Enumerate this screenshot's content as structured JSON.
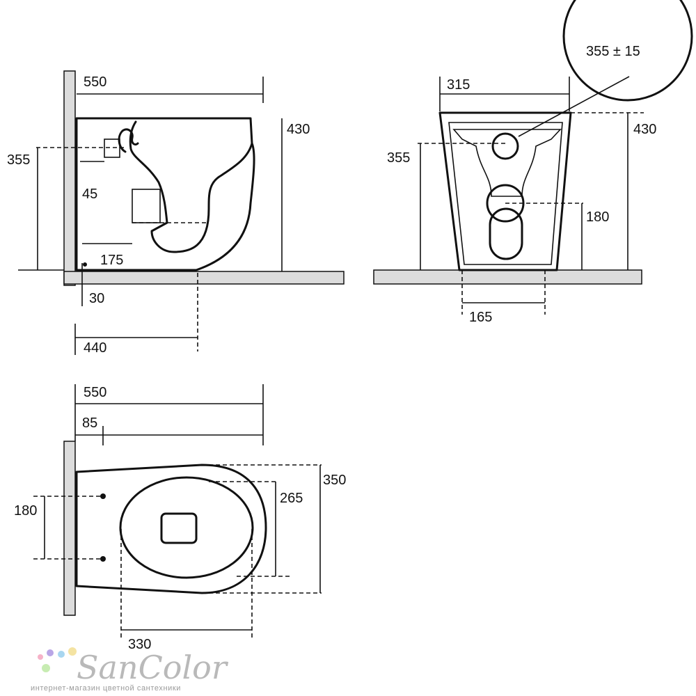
{
  "side_view": {
    "width": "550",
    "height": "430",
    "inlet_height": "355",
    "inlet_offset": "45",
    "outlet_offset": "175",
    "floor_fixing": "30",
    "outlet_distance": "440"
  },
  "front_view": {
    "width": "315",
    "height": "430",
    "inlet_height": "355",
    "outlet_height": "180",
    "fixing_spacing": "165",
    "detail_callout": "355 ± 15"
  },
  "top_view": {
    "length": "550",
    "fixing_offset": "85",
    "fixing_spacing": "180",
    "width": "350",
    "seat_width": "265",
    "seat_length": "330"
  },
  "watermark": {
    "brand": "SanColor",
    "tagline": "интернет-магазин цветной сантехники",
    "dot_colors": [
      "#f6b2c8",
      "#b9a6e6",
      "#a8d6f0",
      "#f4e3a2",
      "#c7ecb2"
    ]
  }
}
